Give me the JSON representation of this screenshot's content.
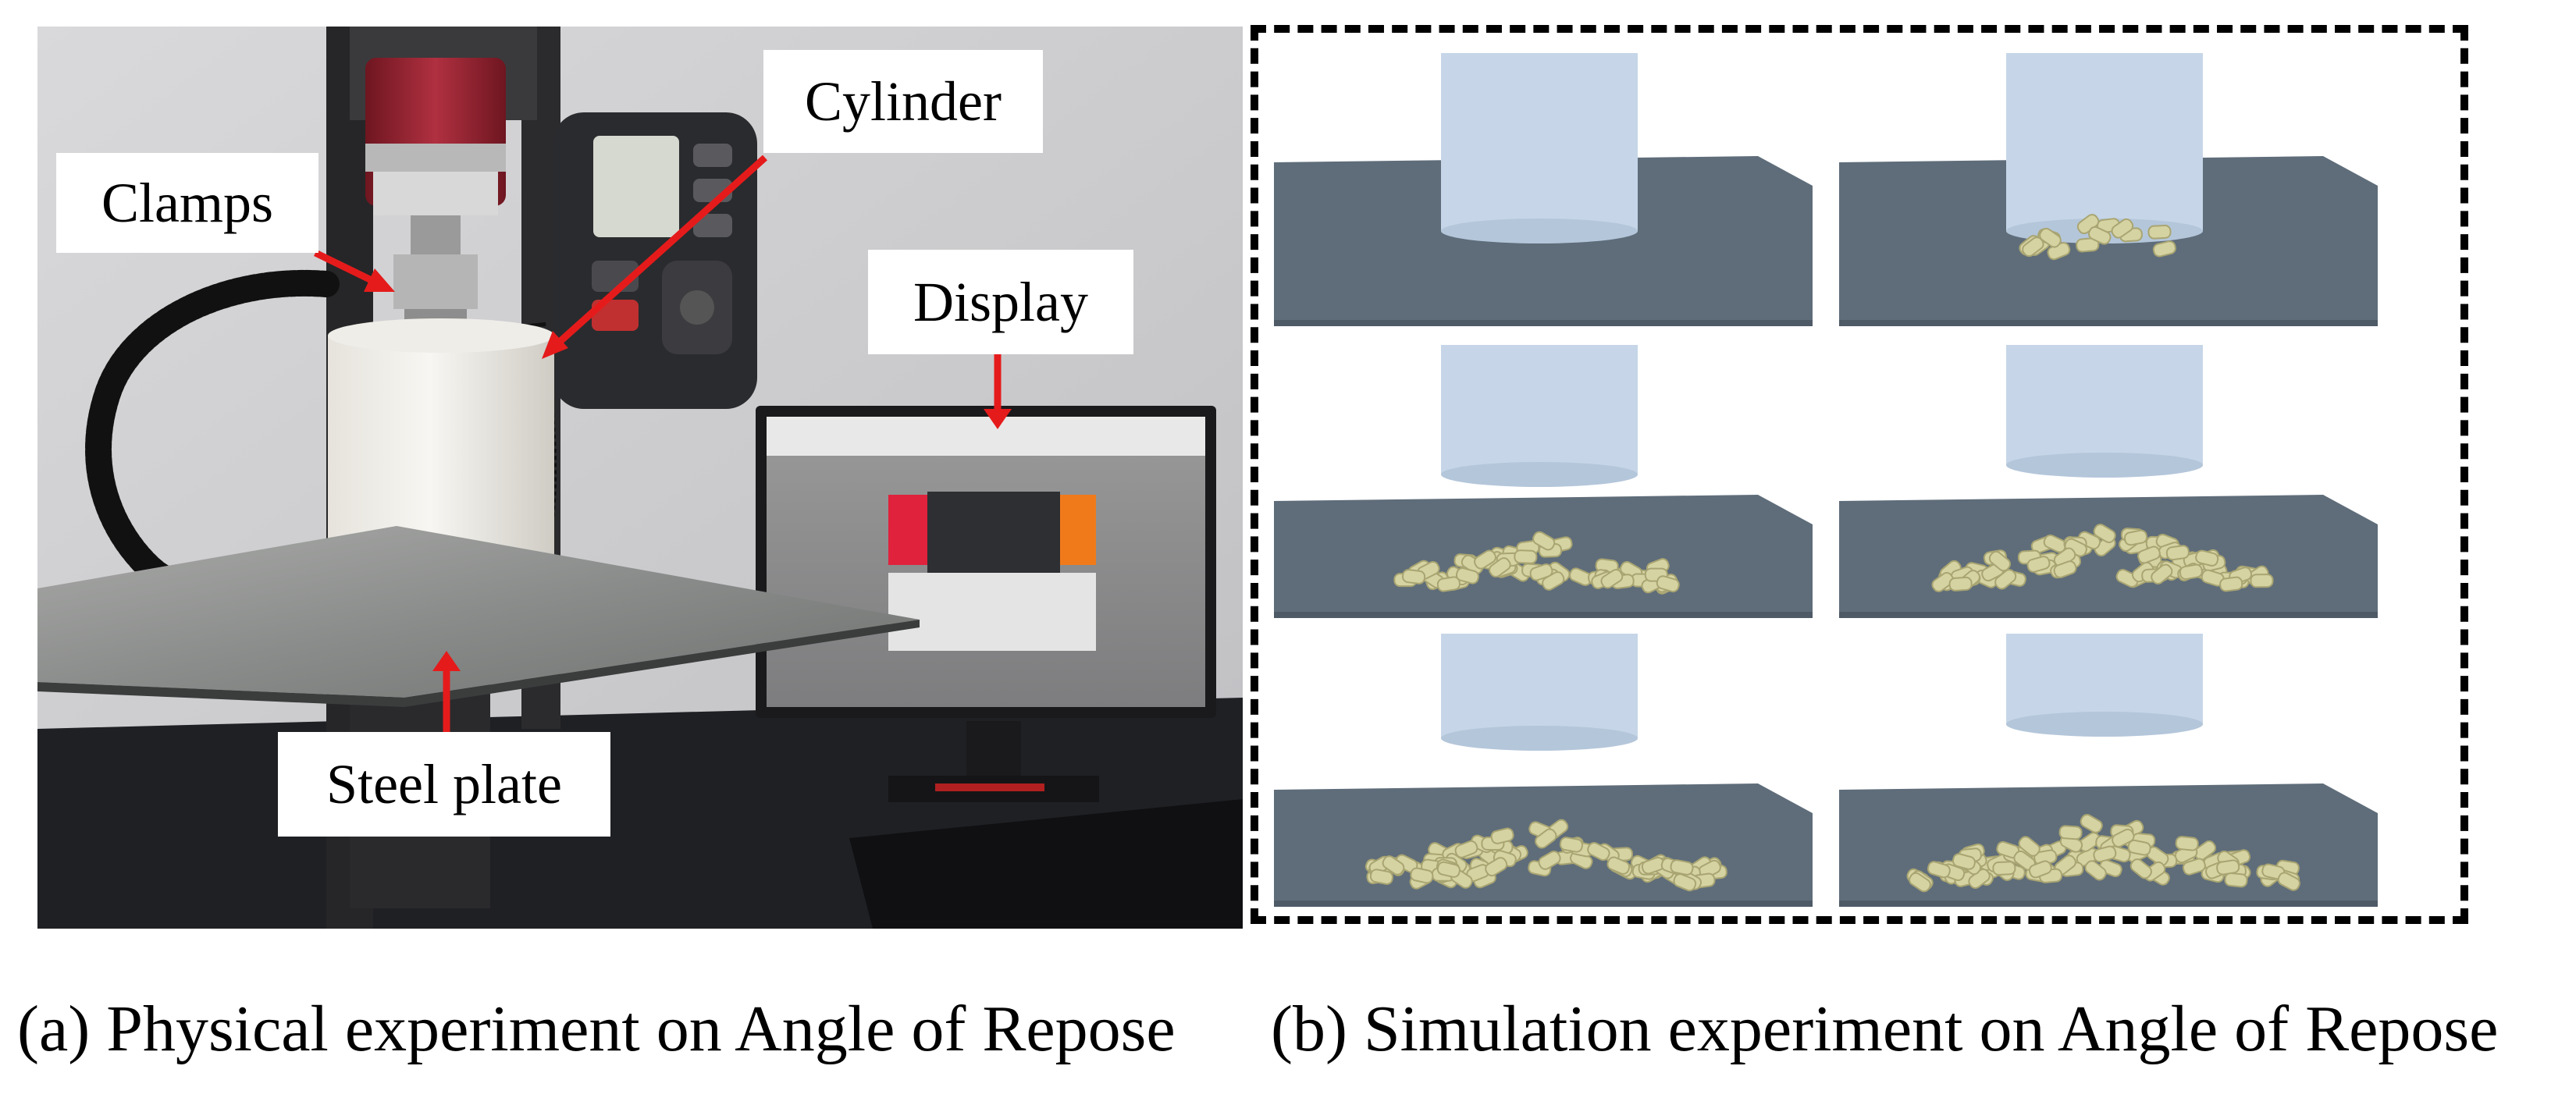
{
  "panel_a": {
    "labels": {
      "clamps": "Clamps",
      "cylinder": "Cylinder",
      "display": "Display",
      "steel_plate": "Steel plate"
    },
    "caption": "(a) Physical experiment on Angle of Repose"
  },
  "panel_b": {
    "caption": "(b) Simulation experiment on Angle of Repose",
    "frames": [
      {
        "cylinder_lift": 0.0,
        "particle_amount": 0.0
      },
      {
        "cylinder_lift": 0.0,
        "particle_amount": 0.15
      },
      {
        "cylinder_lift": 0.2,
        "particle_amount": 0.55
      },
      {
        "cylinder_lift": 0.3,
        "particle_amount": 0.8
      },
      {
        "cylinder_lift": 0.55,
        "particle_amount": 0.95
      },
      {
        "cylinder_lift": 0.7,
        "particle_amount": 1.0
      }
    ]
  },
  "colors": {
    "arrow": "#e51b1b",
    "cylinder": "#c6d6e8",
    "plate": "#5f6d7a",
    "particles": "#d6d3a3",
    "frame": "#000000"
  }
}
